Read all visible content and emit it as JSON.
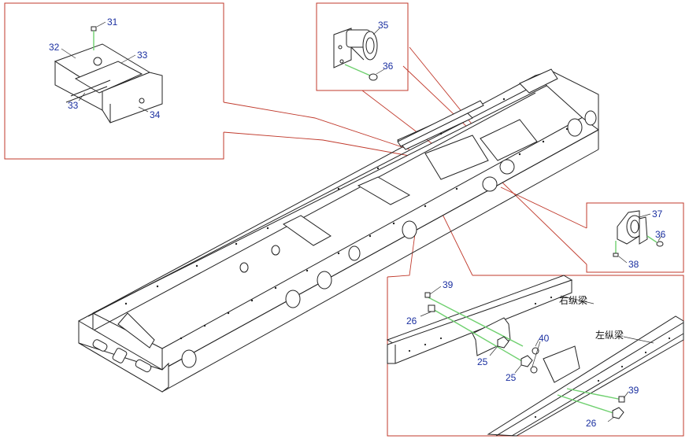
{
  "callouts": {
    "top_left": {
      "labels": [
        "31",
        "32",
        "33",
        "33",
        "34"
      ]
    },
    "top_mid": {
      "labels": [
        "35",
        "36"
      ]
    },
    "mid_right": {
      "labels": [
        "37",
        "36",
        "38"
      ]
    },
    "bottom_right": {
      "labels": [
        "39",
        "26",
        "40",
        "25",
        "25",
        "39",
        "26"
      ],
      "right_rail": "右纵梁",
      "left_rail": "左纵梁"
    }
  },
  "colors": {
    "leader_box": "#c0392b",
    "part_number": "#1a2fa0",
    "axis_line": "#6fd06f"
  }
}
